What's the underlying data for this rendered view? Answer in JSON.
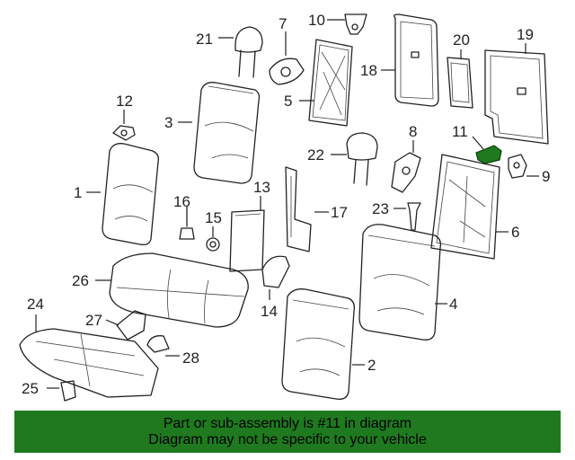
{
  "callouts": [
    {
      "id": "1",
      "label": "1"
    },
    {
      "id": "2",
      "label": "2"
    },
    {
      "id": "3",
      "label": "3"
    },
    {
      "id": "4",
      "label": "4"
    },
    {
      "id": "5",
      "label": "5"
    },
    {
      "id": "6",
      "label": "6"
    },
    {
      "id": "7",
      "label": "7"
    },
    {
      "id": "8",
      "label": "8"
    },
    {
      "id": "9",
      "label": "9"
    },
    {
      "id": "10",
      "label": "10"
    },
    {
      "id": "11",
      "label": "11"
    },
    {
      "id": "12",
      "label": "12"
    },
    {
      "id": "13",
      "label": "13"
    },
    {
      "id": "14",
      "label": "14"
    },
    {
      "id": "15",
      "label": "15"
    },
    {
      "id": "16",
      "label": "16"
    },
    {
      "id": "17",
      "label": "17"
    },
    {
      "id": "18",
      "label": "18"
    },
    {
      "id": "19",
      "label": "19"
    },
    {
      "id": "20",
      "label": "20"
    },
    {
      "id": "21",
      "label": "21"
    },
    {
      "id": "22",
      "label": "22"
    },
    {
      "id": "23",
      "label": "23"
    },
    {
      "id": "24",
      "label": "24"
    },
    {
      "id": "25",
      "label": "25"
    },
    {
      "id": "26",
      "label": "26"
    },
    {
      "id": "27",
      "label": "27"
    },
    {
      "id": "28",
      "label": "28"
    }
  ],
  "highlighted_part": "11",
  "colors": {
    "highlight": "#1f7a1f",
    "banner": "#1f7a1f",
    "line": "#222222"
  },
  "banner": {
    "line1": "Part or sub-assembly is #11 in diagram",
    "line2": "Diagram may not be specific to your vehicle"
  }
}
